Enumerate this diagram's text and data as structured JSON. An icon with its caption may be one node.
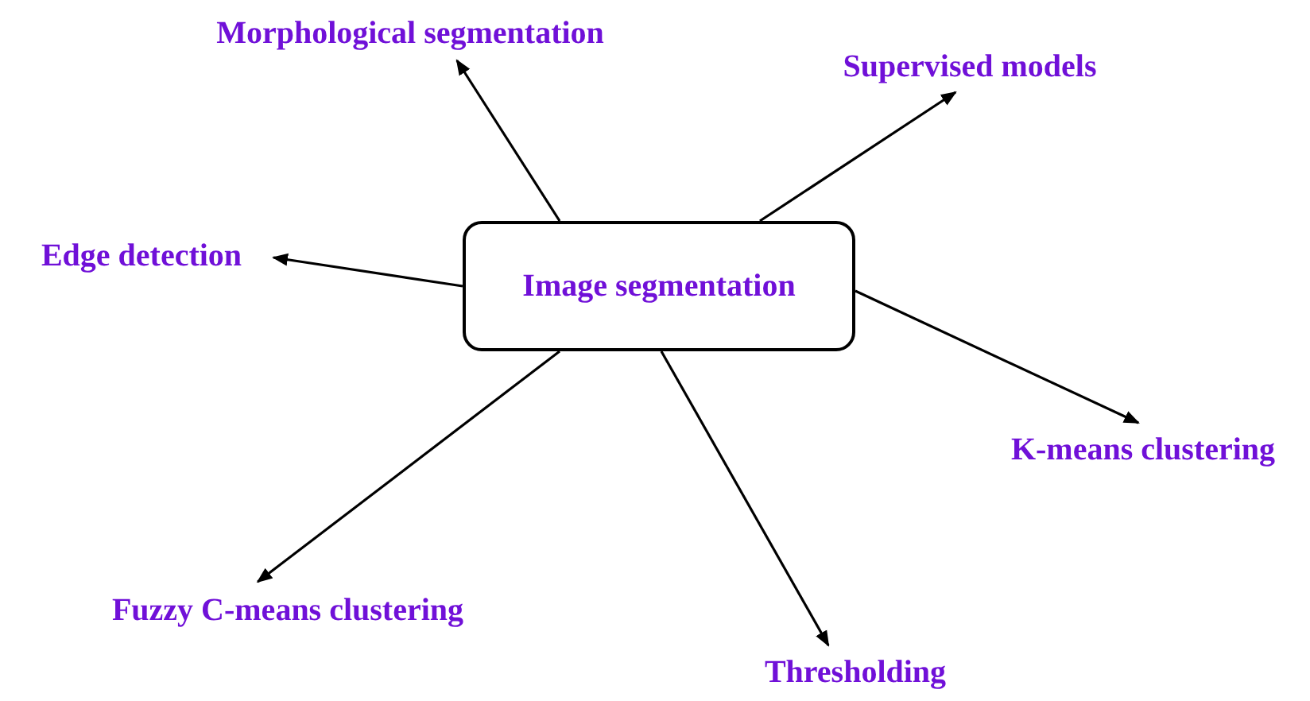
{
  "diagram": {
    "nodes": [
      {
        "text": [
          "Image segmentation"
        ]
      },
      {
        "text": [
          "Morphological segmentation"
        ]
      },
      {
        "text": [
          "Supervised models"
        ]
      },
      {
        "text": [
          "Edge detection"
        ]
      },
      {
        "text": [
          "K-means clustering"
        ]
      },
      {
        "text": [
          "Fuzzy C-means clustering"
        ]
      },
      {
        "text": [
          "Thresholding"
        ]
      }
    ],
    "edges": [
      {
        "from": 0,
        "to": 1,
        "arrow": "to"
      },
      {
        "from": 0,
        "to": 2,
        "arrow": "to"
      },
      {
        "from": 0,
        "to": 3,
        "arrow": "to"
      },
      {
        "from": 0,
        "to": 4,
        "arrow": "to"
      },
      {
        "from": 0,
        "to": 5,
        "arrow": "to"
      },
      {
        "from": 0,
        "to": 6,
        "arrow": "to"
      }
    ]
  }
}
